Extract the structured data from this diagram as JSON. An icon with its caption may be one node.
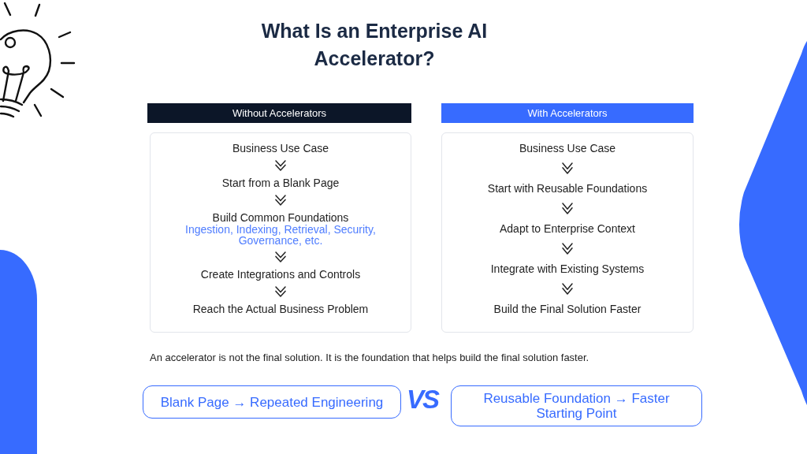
{
  "diagram": {
    "title": "What Is an Enterprise AI Accelerator?",
    "nodes": [
      {
        "text": [
          "Without Accelerators"
        ]
      },
      {
        "text": [],
        "shape": "box"
      },
      {
        "text": [
          "Business Use Case"
        ],
        "in": 1
      },
      {
        "text": [
          "Start from a Blank Page"
        ],
        "in": 1
      },
      {
        "text": [
          "Build Common Foundations",
          "Ingestion, Indexing, Retrieval, Security, Governance, etc."
        ],
        "in": 1
      },
      {
        "text": [
          "Create Integrations and Controls"
        ],
        "in": 1
      },
      {
        "text": [
          "Reach the Actual Business Problem"
        ],
        "in": 1
      },
      {
        "text": [
          "With Accelerators"
        ]
      },
      {
        "text": [],
        "shape": "box"
      },
      {
        "text": [
          "Business Use Case"
        ],
        "in": 8
      },
      {
        "text": [
          "Start with Reusable Foundations"
        ],
        "in": 8
      },
      {
        "text": [
          "Adapt to Enterprise Context"
        ],
        "in": 8
      },
      {
        "text": [
          "Integrate with Existing Systems"
        ],
        "in": 8
      },
      {
        "text": [
          "Build the Final Solution Faster"
        ],
        "in": 8
      },
      {
        "text": [
          "Blank Page → Repeated Engineering"
        ]
      },
      {
        "text": [
          "Reusable Foundation → Faster Starting Point"
        ]
      }
    ],
    "edges": [
      {
        "from": 2,
        "to": 3,
        "arrow": "to"
      },
      {
        "from": 3,
        "to": 4,
        "arrow": "to"
      },
      {
        "from": 4,
        "to": 5,
        "arrow": "to"
      },
      {
        "from": 5,
        "to": 6,
        "arrow": "to"
      },
      {
        "from": 9,
        "to": 10,
        "arrow": "to"
      },
      {
        "from": 10,
        "to": 11,
        "arrow": "to"
      },
      {
        "from": 11,
        "to": 12,
        "arrow": "to"
      },
      {
        "from": 12,
        "to": 13,
        "arrow": "to"
      }
    ],
    "labels": [
      "An accelerator is not the final solution. It is the foundation that helps build the final solution faster.",
      "VS"
    ]
  }
}
